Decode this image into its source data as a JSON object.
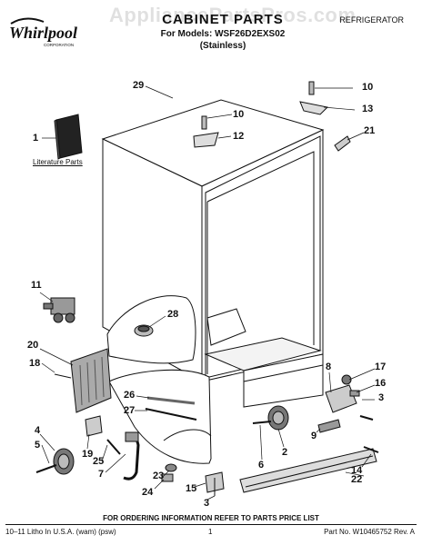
{
  "header": {
    "brand": "Whirlpool",
    "brand_sub": "CORPORATION",
    "watermark": "AppliancePartsPros.com",
    "title": "CABINET PARTS",
    "model_line": "For Models: WSF26D2EXS02",
    "finish_line": "(Stainless)",
    "category": "REFRIGERATOR"
  },
  "callouts": [
    "29",
    "10",
    "13",
    "10",
    "12",
    "21",
    "1",
    "11",
    "28",
    "20",
    "18",
    "8",
    "17",
    "16",
    "3",
    "26",
    "27",
    "4",
    "5",
    "19",
    "25",
    "7",
    "23",
    "24",
    "15",
    "3",
    "6",
    "2",
    "9",
    "14",
    "22"
  ],
  "labels": {
    "literature": "Literature Parts"
  },
  "footer": {
    "order_note": "FOR ORDERING INFORMATION REFER TO PARTS PRICE LIST",
    "left": "10–11 Litho In U.S.A. (wam) (psw)",
    "page": "1",
    "right": "Part No. W10465752 Rev. A"
  }
}
